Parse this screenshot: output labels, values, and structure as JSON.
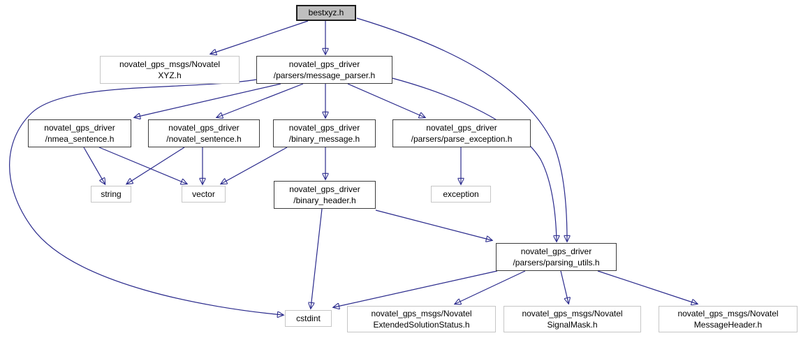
{
  "colors": {
    "edge": "#2a2a8c",
    "root_fill": "#bfbfbf",
    "project_border": "#3c3c3c",
    "external_border": "#c6c6c6",
    "background": "#ffffff"
  },
  "nodes": [
    {
      "id": "bestxyz",
      "label": "bestxyz.h",
      "type": "root"
    },
    {
      "id": "novatel-xyz",
      "label": "novatel_gps_msgs/Novatel\nXYZ.h",
      "type": "external"
    },
    {
      "id": "message-parser",
      "label": "novatel_gps_driver\n/parsers/message_parser.h",
      "type": "project"
    },
    {
      "id": "nmea-sentence",
      "label": "novatel_gps_driver\n/nmea_sentence.h",
      "type": "project"
    },
    {
      "id": "novatel-sentence",
      "label": "novatel_gps_driver\n/novatel_sentence.h",
      "type": "project"
    },
    {
      "id": "binary-message",
      "label": "novatel_gps_driver\n/binary_message.h",
      "type": "project"
    },
    {
      "id": "parse-exception",
      "label": "novatel_gps_driver\n/parsers/parse_exception.h",
      "type": "project"
    },
    {
      "id": "string",
      "label": "string",
      "type": "external"
    },
    {
      "id": "vector",
      "label": "vector",
      "type": "external"
    },
    {
      "id": "binary-header",
      "label": "novatel_gps_driver\n/binary_header.h",
      "type": "project"
    },
    {
      "id": "exception",
      "label": "exception",
      "type": "external"
    },
    {
      "id": "parsing-utils",
      "label": "novatel_gps_driver\n/parsers/parsing_utils.h",
      "type": "project"
    },
    {
      "id": "cstdint",
      "label": "cstdint",
      "type": "external"
    },
    {
      "id": "ext-solution-status",
      "label": "novatel_gps_msgs/Novatel\nExtendedSolutionStatus.h",
      "type": "external"
    },
    {
      "id": "signal-mask",
      "label": "novatel_gps_msgs/Novatel\nSignalMask.h",
      "type": "external"
    },
    {
      "id": "message-header",
      "label": "novatel_gps_msgs/Novatel\nMessageHeader.h",
      "type": "external"
    }
  ],
  "edges": [
    {
      "from": "bestxyz",
      "to": "novatel-xyz"
    },
    {
      "from": "bestxyz",
      "to": "message-parser"
    },
    {
      "from": "bestxyz",
      "to": "parsing-utils"
    },
    {
      "from": "message-parser",
      "to": "nmea-sentence"
    },
    {
      "from": "message-parser",
      "to": "novatel-sentence"
    },
    {
      "from": "message-parser",
      "to": "binary-message"
    },
    {
      "from": "message-parser",
      "to": "parse-exception"
    },
    {
      "from": "message-parser",
      "to": "parsing-utils"
    },
    {
      "from": "message-parser",
      "to": "cstdint"
    },
    {
      "from": "nmea-sentence",
      "to": "string"
    },
    {
      "from": "nmea-sentence",
      "to": "vector"
    },
    {
      "from": "novatel-sentence",
      "to": "string"
    },
    {
      "from": "novatel-sentence",
      "to": "vector"
    },
    {
      "from": "binary-message",
      "to": "vector"
    },
    {
      "from": "binary-message",
      "to": "binary-header"
    },
    {
      "from": "parse-exception",
      "to": "exception"
    },
    {
      "from": "binary-header",
      "to": "cstdint"
    },
    {
      "from": "binary-header",
      "to": "parsing-utils"
    },
    {
      "from": "parsing-utils",
      "to": "cstdint"
    },
    {
      "from": "parsing-utils",
      "to": "ext-solution-status"
    },
    {
      "from": "parsing-utils",
      "to": "signal-mask"
    },
    {
      "from": "parsing-utils",
      "to": "message-header"
    }
  ]
}
